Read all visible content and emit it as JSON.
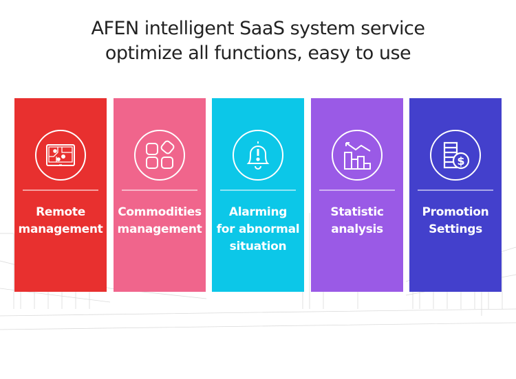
{
  "title": {
    "line1": "AFEN intelligent SaaS system service",
    "line2": "optimize all functions, easy to use"
  },
  "cards": [
    {
      "lines": [
        "Remote",
        "management"
      ],
      "icon": "map-tablet-icon",
      "color": "#e8302f"
    },
    {
      "lines": [
        "Commodities",
        "management"
      ],
      "icon": "apps-grid-icon",
      "color": "#f0658c"
    },
    {
      "lines": [
        "Alarming",
        "for abnormal",
        "situation"
      ],
      "icon": "bell-alert-icon",
      "color": "#0cc7e8"
    },
    {
      "lines": [
        "Statistic",
        "analysis"
      ],
      "icon": "bar-chart-trend-icon",
      "color": "#9a5ae6"
    },
    {
      "lines": [
        "Promotion",
        "Settings"
      ],
      "icon": "coins-dollar-icon",
      "color": "#4340cc"
    }
  ]
}
